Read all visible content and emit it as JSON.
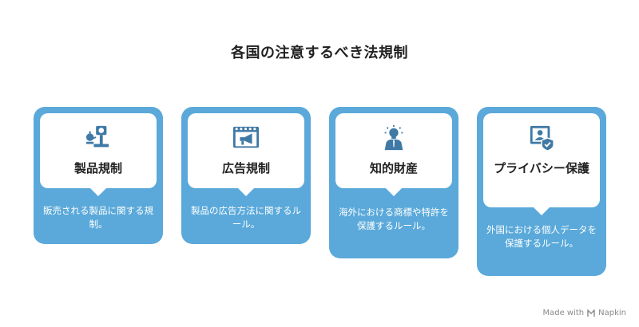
{
  "title": "各国の注意するべき法規制",
  "cards": [
    {
      "label": "製品規制",
      "icon": "scale-icon",
      "description": "販売される製品に関する規制。"
    },
    {
      "label": "広告規制",
      "icon": "megaphone-icon",
      "description": "製品の広告方法に関するルール。"
    },
    {
      "label": "知的財産",
      "icon": "idea-person-icon",
      "description": "海外における商標や特許を保護するルール。"
    },
    {
      "label": "プライバシー保護",
      "icon": "privacy-shield-icon",
      "description": "外国における個人データを保護するルール。"
    }
  ],
  "badge": {
    "prefix": "Made with",
    "brand": "Napkin"
  },
  "colors": {
    "card": "#5aa9da",
    "icon": "#3f79a6",
    "text": "#222222"
  }
}
